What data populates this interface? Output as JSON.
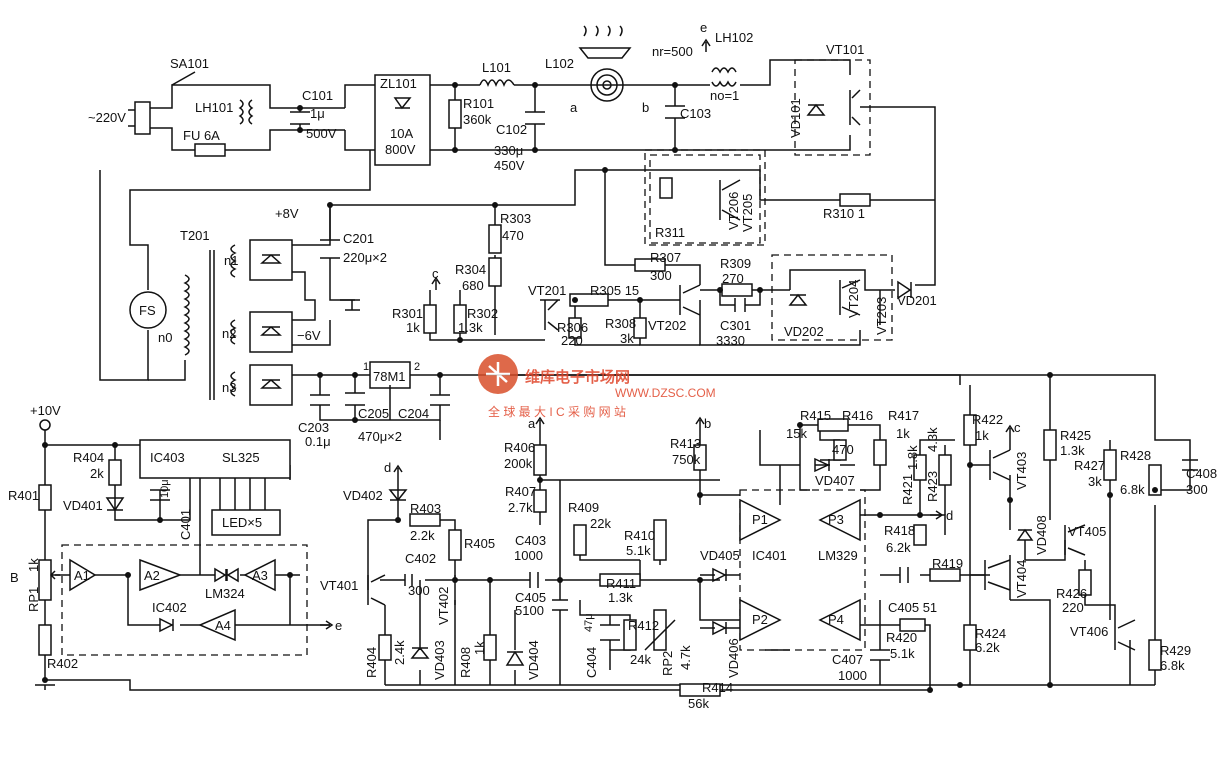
{
  "blocks": {
    "sa101": "SA101",
    "lh101": "LH101",
    "fu": "FU 6A",
    "mains": "~220V",
    "c101": "C101",
    "c101v": "1μ",
    "c101u": "500V",
    "zl101": "ZL101",
    "zl_a": "10A",
    "zl_v": "800V",
    "l101": "L101",
    "r101": "R101",
    "r101v": "360k",
    "c102": "C102",
    "c102v": "330μ",
    "c102u": "450V",
    "l102": "L102",
    "node_a": "a",
    "node_b": "b",
    "c103": "C103",
    "nr": "nr=500",
    "no": "no=1",
    "lh102": "LH102",
    "node_e": "e",
    "vt101": "VT101",
    "vd101": "VD101",
    "t201": "T201",
    "fs": "FS",
    "n0": "n0",
    "n1": "n1",
    "n2": "n2",
    "n3": "n3",
    "p8v": "+8V",
    "m6v": "−6V",
    "c201": "C201",
    "c201v": "220μ×2",
    "c203": "C203",
    "c203v": "0.1μ",
    "c205": "C205",
    "c204": "C204",
    "c20xv": "470μ×2",
    "m78": "78M1",
    "pin1": "1",
    "pin2": "2",
    "r303": "R303",
    "r303v": "470",
    "r304": "R304",
    "r304v": "680",
    "node_c": "c",
    "r301": "R301",
    "r301v": "1k",
    "r302": "R302",
    "r302v": "1.3k",
    "vt201": "VT201",
    "r305": "R305 15",
    "r306": "R306",
    "r306v": "220",
    "r307": "R307",
    "r307v": "300",
    "r308": "R308",
    "r308v": "3k",
    "vt202": "VT202",
    "r309": "R309",
    "r309v": "270",
    "c301": "C301",
    "c301v": "3330",
    "r311": "R311",
    "vt206": "VT206",
    "vt205": "VT205",
    "r310": "R310 1",
    "vd201": "VD201",
    "vd202": "VD202",
    "vt204": "VT204",
    "vt203": "VT203",
    "p10v": "+10V",
    "r404a": "R404",
    "r404av": "2k",
    "vd401": "VD401",
    "r401": "R401",
    "ic403": "IC403",
    "sl325": "SL325",
    "c401": "C401",
    "c401v": "10μ",
    "led": "LED×5",
    "node_B": "B",
    "rp1": "RP1",
    "rp1v": "1k",
    "r402": "R402",
    "a1": "A1",
    "a2": "A2",
    "a3": "A3",
    "a4": "A4",
    "ic402": "IC402",
    "lm324": "LM324",
    "node_d": "d",
    "vd402": "VD402",
    "r403": "R403",
    "r403v": "2.2k",
    "c402": "C402",
    "c402v": "300",
    "vt401": "VT401",
    "vt402": "VT402",
    "r405": "R405",
    "r404b": "R404",
    "r404bv": "2.4k",
    "vd403": "VD403",
    "r408": "R408",
    "r408v": "1k",
    "vd404": "VD404",
    "c403": "C403",
    "c403v": "1000",
    "c405": "C405",
    "c405v": "5100",
    "r406": "R406",
    "r406v": "200k",
    "r407": "R407",
    "r407v": "2.7k",
    "r409": "R409",
    "r409v": "22k",
    "r410": "R410",
    "r410v": "5.1k",
    "r411": "R411",
    "r411v": "1.3k",
    "r412": "R412",
    "r412v": "24k",
    "c404": "C404",
    "c404v": "47μ",
    "rp2": "RP2",
    "rp2v": "4.7k",
    "r413": "R413",
    "r413v": "750k",
    "vd405": "VD405",
    "vd406": "VD406",
    "ic401": "IC401",
    "lm329": "LM329",
    "p1": "P1",
    "p2": "P2",
    "p3": "P3",
    "p4": "P4",
    "r415": "R415",
    "r415v": "15k",
    "r416": "R416",
    "r416v": "470",
    "r417": "R417",
    "r417v": "1k",
    "vd407": "VD407",
    "r421": "R421",
    "r421v": "1.8k",
    "r423": "R423",
    "r423v": "4.3k",
    "r418": "R418",
    "r418v": "6.2k",
    "r419": "R419",
    "c405b": "C405 51",
    "r420": "R420",
    "r420v": "5.1k",
    "c407": "C407",
    "c407v": "1000",
    "r414": "R414",
    "r414v": "56k",
    "r422": "R422",
    "r422v": "1k",
    "vt403": "VT403",
    "vt404": "VT404",
    "vd408": "VD408",
    "r424": "R424",
    "r424v": "6.2k",
    "r425": "R425",
    "r425v": "1.3k",
    "r427": "R427",
    "r427v": "3k",
    "vt405": "VT405",
    "r426": "R426",
    "r426v": "220",
    "vt406": "VT406",
    "r428": "R428",
    "r428v": "6.8k",
    "c408": "C408",
    "c408v": "300",
    "r429": "R429",
    "r429v": "6.8k"
  },
  "watermark": {
    "brand": "维库电子市场网",
    "url": "WWW.DZSC.COM",
    "slogan": "全 球 最 大 I C 采 购 网 站"
  },
  "colors": {
    "ink": "#111111",
    "watermark": "#e0452a"
  }
}
